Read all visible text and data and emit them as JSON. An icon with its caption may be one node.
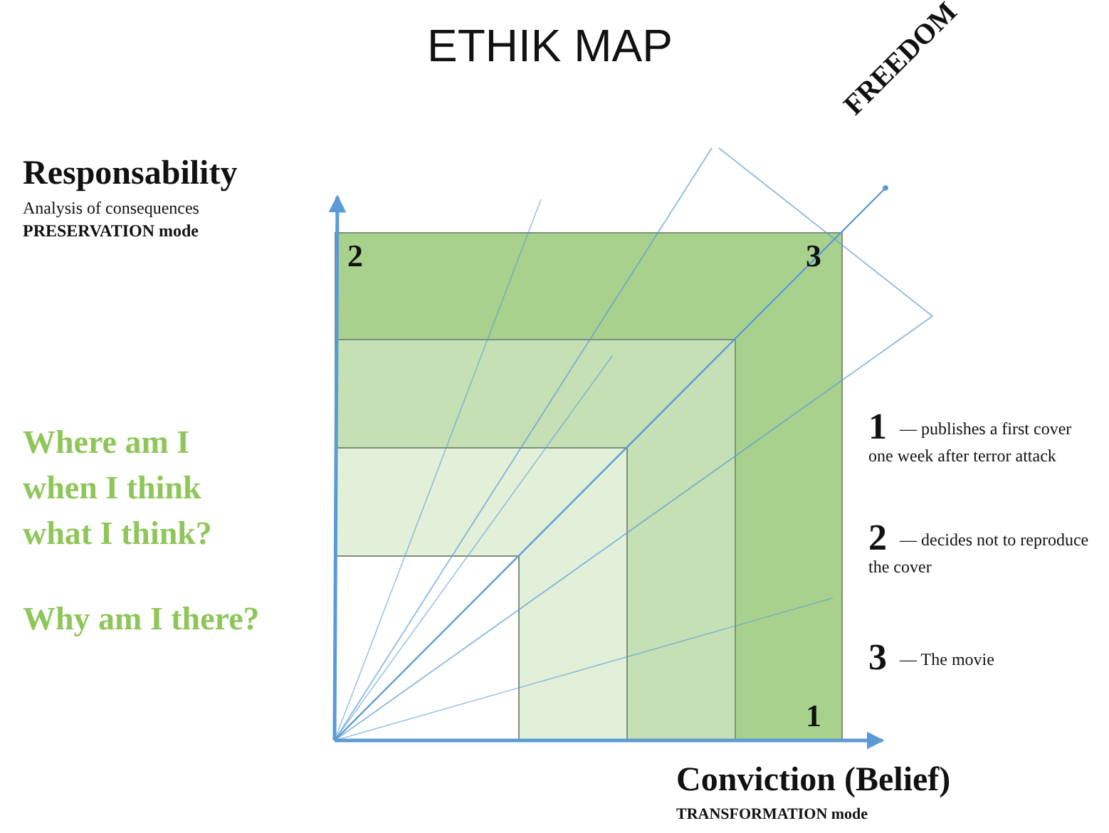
{
  "diagram": {
    "title": "ETHIK MAP",
    "nodes": [
      {
        "text": [
          "2",
          "3",
          "1"
        ]
      },
      {
        "text": [],
        "shape": "box",
        "in": 0
      },
      {
        "text": [],
        "shape": "box",
        "in": 1
      },
      {
        "text": [],
        "shape": "box",
        "in": 2
      }
    ],
    "labels": [
      "Responsability",
      "Analysis of consequences",
      "PRESERVATION mode",
      "Where am I when I think what I think?",
      "Why am I there?",
      "FREEDOM",
      "1",
      "— publishes a first cover one week after terror attack",
      "2",
      "— decides not to reproduce the cover",
      "3",
      "— The movie",
      "Conviction (Belief)",
      "TRANSFORMATION mode"
    ]
  }
}
